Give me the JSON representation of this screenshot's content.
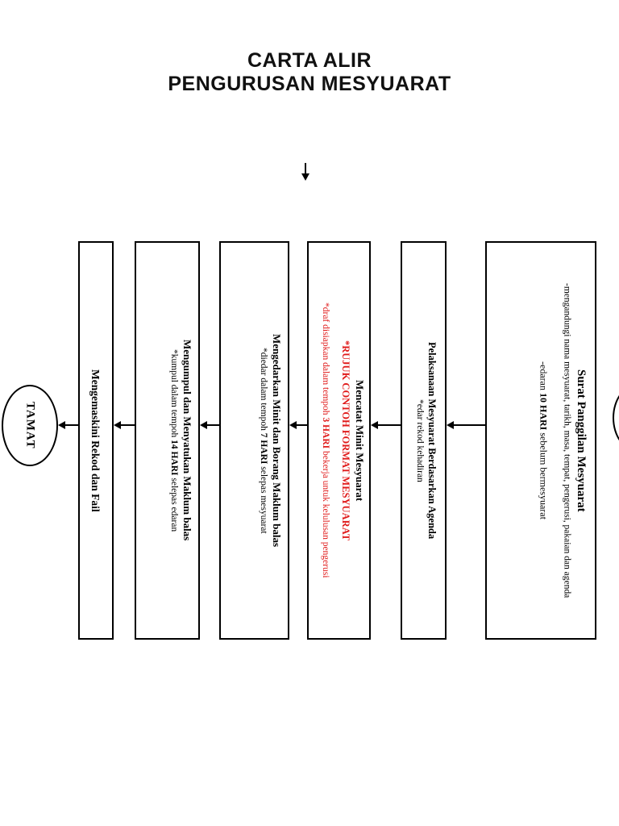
{
  "header": {
    "title_line1": "CARTA ALIR",
    "title_line2": "PENGURUSAN MESYUARAT"
  },
  "colors": {
    "text_black": "#000000",
    "annotation_red": "#e01b1b",
    "background": "#ffffff"
  },
  "flowchart": {
    "direction": "right-to-left",
    "end_node": {
      "label": "TAMAT"
    },
    "steps": [
      {
        "order": 1,
        "title": "Surat Panggilan Mesyuarat",
        "d1a": "-mengandungi nama mesyuarat, tarikh, masa, tempat, pengerusi, pakaian dan agenda",
        "d2a": "-edaran ",
        "d2b": "10 HARI",
        "d2c": " sebelum bermesyuarat"
      },
      {
        "order": 2,
        "title": "Pelaksanaan Mesyuarat Berdasarkan Agenda",
        "d1a": "*edar rekod kehadiran"
      },
      {
        "order": 3,
        "title": "Mencatat Minit Mesyuarat",
        "d1a": "*RUJUK CONTOH FORMAT MESYUARAT",
        "d2a": "*draf disiapkan dalam tempoh ",
        "d2b": "3 HARI",
        "d2c": " bekerja untuk kelulusan pengerusi"
      },
      {
        "order": 4,
        "title": "Mengedarkan Minit dan Borang Maklum balas",
        "d1a": "*diedar dalam tempoh ",
        "d1b": "7 HARI",
        "d1c": " selepas mesyuarat"
      },
      {
        "order": 5,
        "title": "Mengumpul dan Menyatukan Maklum balas",
        "d1a": "*kumpul dalam tempoh ",
        "d1b": "14 HARI",
        "d1c": " selepas edaran"
      },
      {
        "order": 6,
        "title": "Mengemaskini Rekod dan Fail"
      }
    ]
  }
}
